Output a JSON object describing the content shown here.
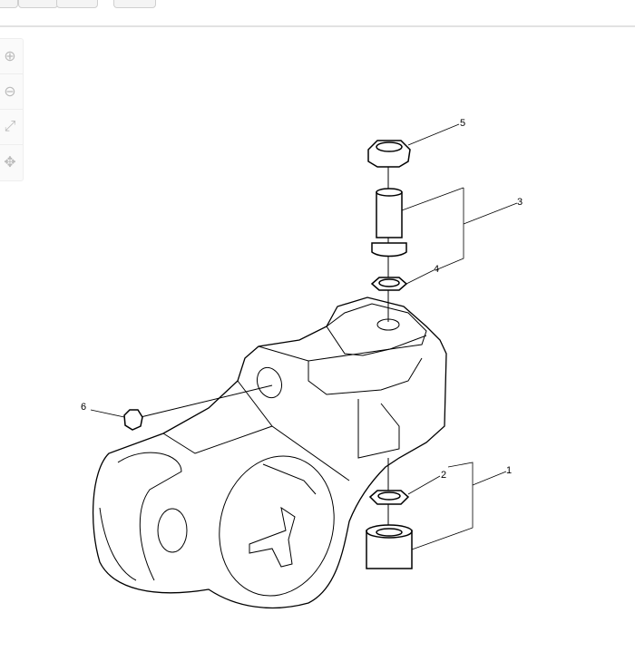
{
  "toolbar": {
    "buttons": [
      "",
      "",
      ""
    ]
  },
  "zoom_controls": [
    {
      "name": "zoom-in",
      "glyph": "⊕"
    },
    {
      "name": "zoom-out",
      "glyph": "⊖"
    },
    {
      "name": "fit",
      "glyph": "⤢"
    },
    {
      "name": "pan",
      "glyph": "✥"
    }
  ],
  "diagram": {
    "callouts": [
      "1",
      "2",
      "3",
      "4",
      "5",
      "6"
    ]
  }
}
